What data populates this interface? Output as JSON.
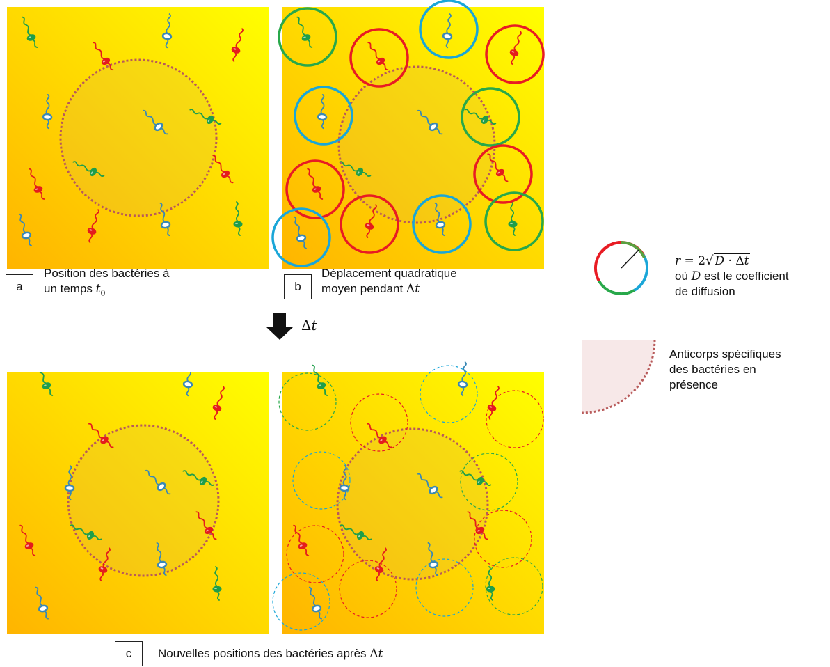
{
  "labels": {
    "a": "a",
    "b": "b",
    "c": "c"
  },
  "captions": {
    "a_line1": "Position des bactéries à",
    "a_line2_prefix": "un temps ",
    "a_var": "t",
    "a_sub": "0",
    "b_line1": "Déplacement quadratique",
    "b_line2_prefix": "moyen pendant ",
    "b_delta": "Δ",
    "b_var": "t",
    "c_prefix": "Nouvelles positions des bactéries après ",
    "c_delta": "Δ",
    "c_var": "t"
  },
  "arrow": {
    "delta": "Δ",
    "var": "t"
  },
  "legend": {
    "formula_r": "r",
    "formula_eq": " = 2",
    "formula_D": "D",
    "formula_dot": " · Δ",
    "formula_t": "t",
    "line2_prefix": "où ",
    "line2_D": "D",
    "line2_suffix": " est le coefficient",
    "line3": "de diffusion",
    "antibody_line1": "Anticorps spécifiques",
    "antibody_line2": "des bactéries en",
    "antibody_line3": "présence"
  },
  "colors": {
    "bg_yellow": "#ffff00",
    "bg_orange": "#ffb400",
    "bacteria_red": "#e41c1c",
    "bacteria_green": "#1f9e4a",
    "bacteria_blue": "#3a88b4",
    "circle_red": "#e81b23",
    "circle_green": "#28a84a",
    "circle_blue": "#1aa6d8",
    "antibody_ring": "#b85a5a"
  }
}
